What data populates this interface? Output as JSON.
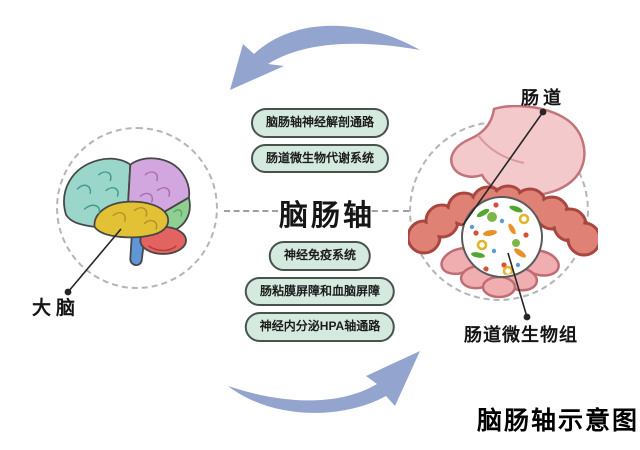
{
  "title": "脑肠轴示意图",
  "axis": {
    "label": "脑肠轴"
  },
  "brain": {
    "label": "大脑"
  },
  "gut": {
    "label": "肠道",
    "microbiome_label": "肠道微生物组"
  },
  "pathways_top": [
    {
      "label": "脑肠轴神经解剖通路"
    },
    {
      "label": "肠道微生物代谢系统"
    }
  ],
  "pathways_bottom": [
    {
      "label": "神经免疫系统"
    },
    {
      "label": "肠粘膜屏障和血脑屏障"
    },
    {
      "label": "神经内分泌HPA轴通路"
    }
  ],
  "colors": {
    "pill_bg": "#d5eadf",
    "pill_border": "#49534e",
    "arrow": "#93a5ce",
    "dashed_line": "#9f9f9f",
    "brain_frontal": "#9bd6cb",
    "brain_parietal": "#d2a6de",
    "brain_temporal": "#e2c134",
    "brain_occipital": "#8fcf92",
    "brain_cerebellum": "#e2635f",
    "brain_stem": "#5f96d8",
    "stomach": "#f4c9cc",
    "colon": "#e08176",
    "small_intestine": "#f0aeb0"
  }
}
